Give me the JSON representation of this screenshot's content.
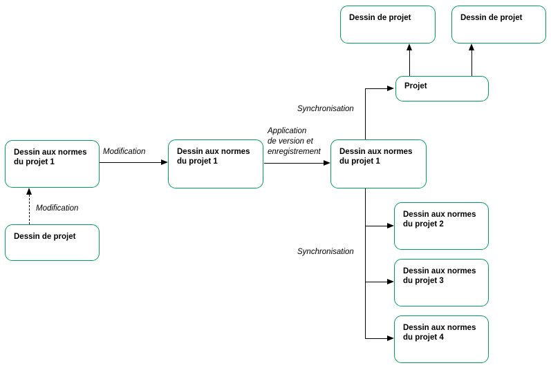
{
  "colors": {
    "box_border": "#00A15C",
    "line_color": "#000000",
    "text_color": "#000000",
    "background": "#FFFFFF"
  },
  "nodes": {
    "norm1_left": {
      "lines": [
        "Dessin aux normes",
        "du projet 1"
      ]
    },
    "dessin_bottom_left": {
      "lines": [
        "Dessin de projet"
      ]
    },
    "norm1_mid": {
      "lines": [
        "Dessin aux normes",
        "du projet 1"
      ]
    },
    "norm1_right": {
      "lines": [
        "Dessin aux normes",
        "du projet 1"
      ]
    },
    "projet": {
      "lines": [
        "Projet"
      ]
    },
    "dessin_top_left": {
      "lines": [
        "Dessin de projet"
      ]
    },
    "dessin_top_right": {
      "lines": [
        "Dessin de projet"
      ]
    },
    "norm2": {
      "lines": [
        "Dessin aux normes",
        "du projet 2"
      ]
    },
    "norm3": {
      "lines": [
        "Dessin aux normes",
        "du projet 3"
      ]
    },
    "norm4": {
      "lines": [
        "Dessin aux normes",
        "du projet 4"
      ]
    }
  },
  "edge_labels": {
    "modification_horizontal": "Modification",
    "modification_vertical": "Modification",
    "application": {
      "lines": [
        "Application",
        "de version et",
        "enregistrement"
      ]
    },
    "synchronisation_projet": "Synchronisation",
    "synchronisation_normes": "Synchronisation"
  }
}
